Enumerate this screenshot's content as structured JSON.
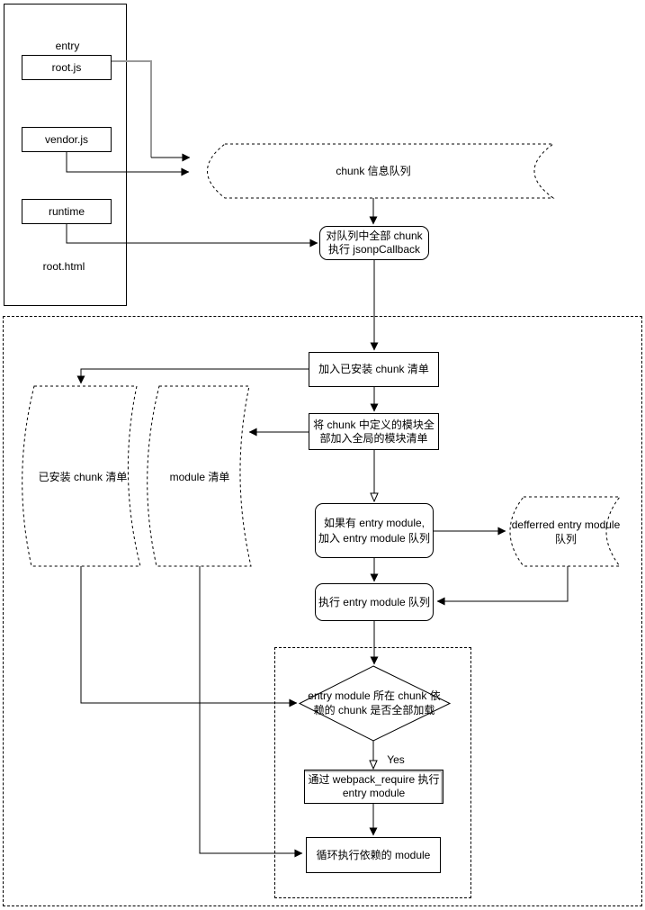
{
  "colors": {
    "stroke": "#000000",
    "edge_gray": "#999999",
    "background": "#ffffff"
  },
  "nodes": {
    "entry_label": {
      "label": "entry"
    },
    "root_js": {
      "label": "root.js"
    },
    "vendor_js": {
      "label": "vendor.js"
    },
    "runtime": {
      "label": "runtime"
    },
    "root_html": {
      "label": "root.html"
    },
    "chunk_queue": {
      "label": "chunk 信息队列"
    },
    "jsonp_callback": {
      "lines": [
        "对队列中全部 chunk",
        "执行 jsonpCallback"
      ]
    },
    "add_installed_chunk": {
      "label": "加入已安装 chunk 清单"
    },
    "register_modules": {
      "lines": [
        "将 chunk 中定义的模块全",
        "部加入全局的模块清单"
      ]
    },
    "installed_chunk_list": {
      "label": "已安装 chunk 清单"
    },
    "module_list": {
      "label": "module 清单"
    },
    "enqueue_entry": {
      "lines": [
        "如果有 entry module,",
        "加入 entry module 队列"
      ]
    },
    "deferred_entry_queue": {
      "lines": [
        "defferred entry module",
        "队列"
      ]
    },
    "run_entry_queue": {
      "label": "执行 entry module 队列"
    },
    "chunk_loaded_decision": {
      "lines": [
        "entry module 所在 chunk 依",
        "赖的 chunk 是否全部加载"
      ]
    },
    "webpack_require": {
      "lines": [
        "通过 webpack_require 执行",
        "entry module"
      ]
    },
    "loop_dependent_modules": {
      "label": "循环执行依赖的 module"
    }
  },
  "edge_labels": {
    "yes": "Yes"
  }
}
